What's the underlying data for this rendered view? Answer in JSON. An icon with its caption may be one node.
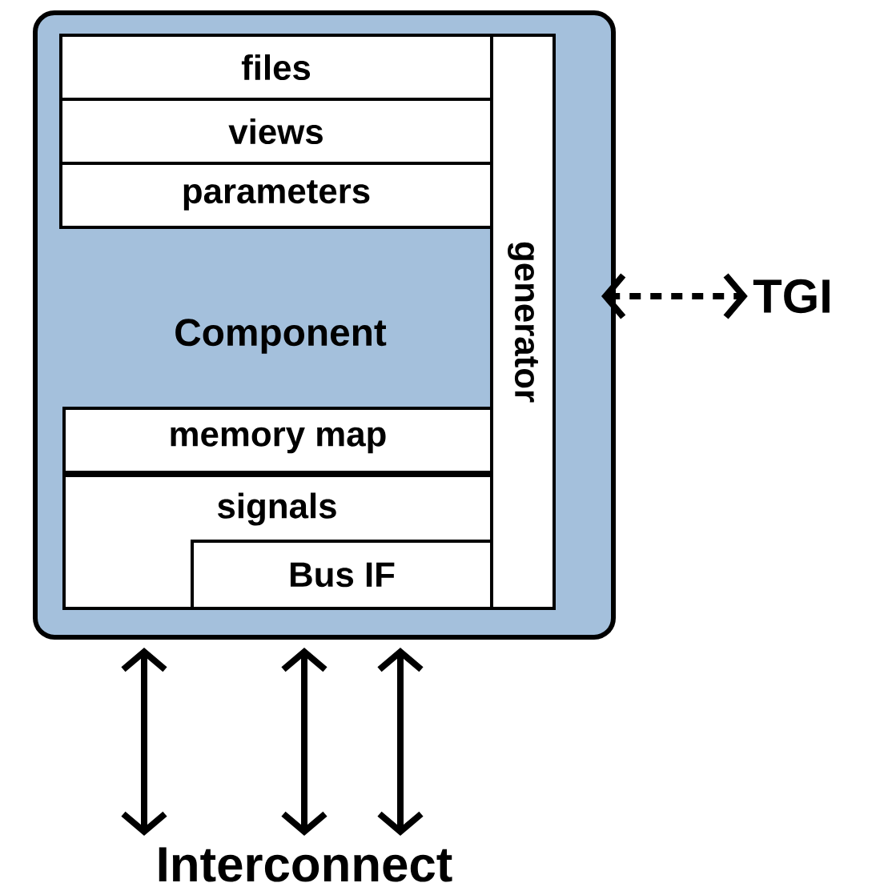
{
  "diagram": {
    "nodes": [
      {
        "text": [
          "Component"
        ]
      },
      {
        "text": [
          "files"
        ],
        "in": 0
      },
      {
        "text": [
          "views"
        ],
        "in": 0
      },
      {
        "text": [
          "parameters"
        ],
        "in": 0
      },
      {
        "text": [
          "generator"
        ],
        "in": 0
      },
      {
        "text": [
          "memory map"
        ],
        "in": 0
      },
      {
        "text": [
          "signals"
        ],
        "in": 0
      },
      {
        "text": [
          "Bus IF"
        ],
        "in": 6
      },
      {
        "text": [
          "TGI"
        ]
      },
      {
        "text": [
          "Interconnect"
        ]
      }
    ],
    "edges": [
      {
        "from": 0,
        "to": 9,
        "arrow": "both"
      },
      {
        "from": 0,
        "to": 9,
        "arrow": "both"
      },
      {
        "from": 0,
        "to": 9,
        "arrow": "both"
      },
      {
        "from": 0,
        "to": 8,
        "arrow": "both",
        "style": "dashed"
      }
    ]
  }
}
